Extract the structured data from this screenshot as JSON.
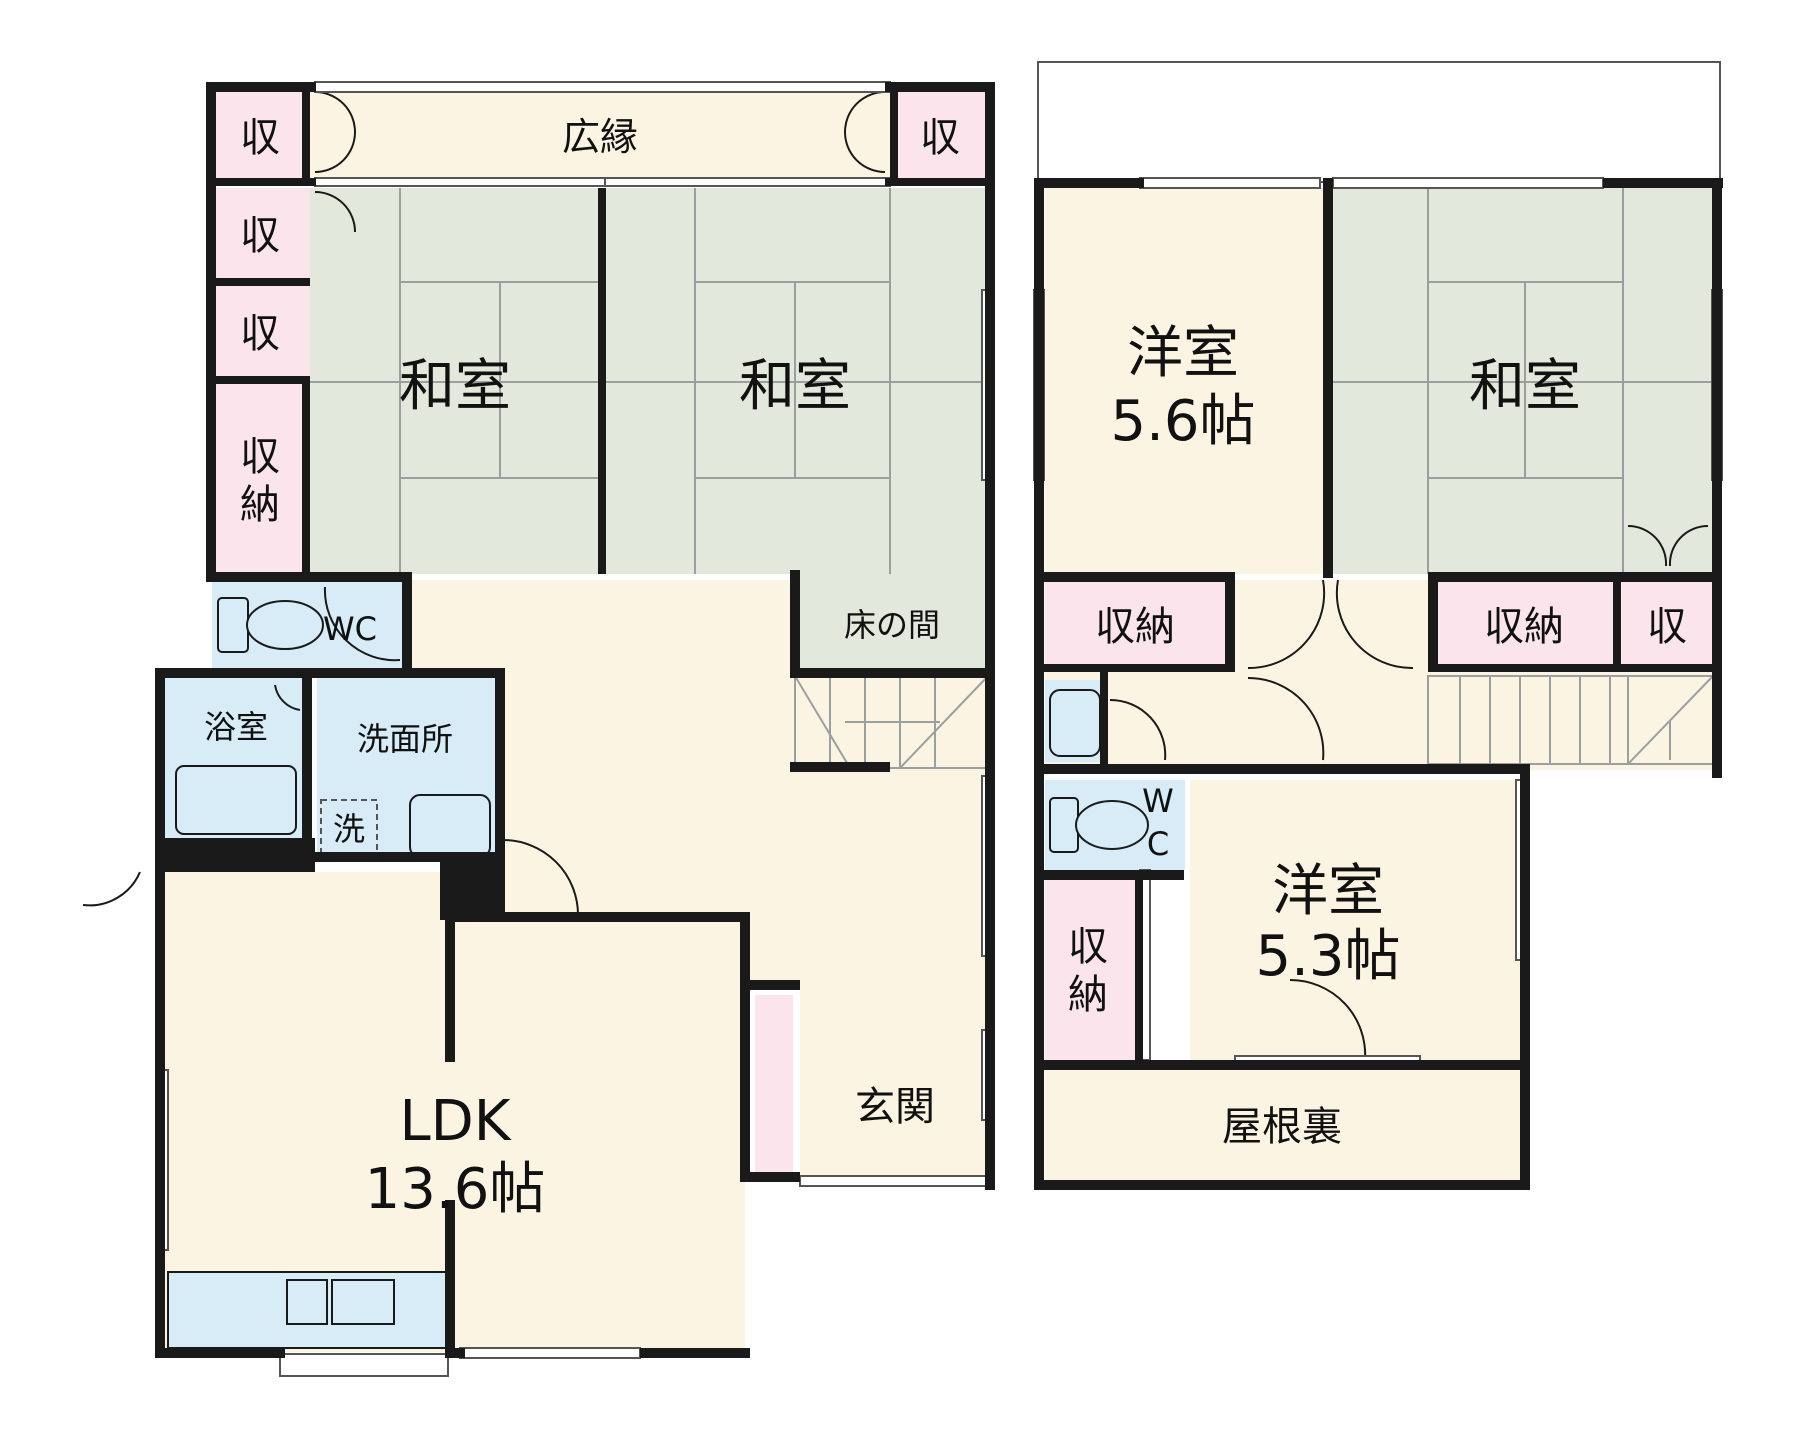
{
  "colors": {
    "wall": "#1a1a1a",
    "tatami": "#e3e8dc",
    "wood": "#fcf4e3",
    "storage": "#fbe4ec",
    "water": "#d7ecf6",
    "line": "#9aa0a0"
  },
  "floor1": {
    "hiroen": "広縁",
    "shu": "収",
    "shuno_top": "収",
    "shuno_bottom": "納",
    "washitsu": "和室",
    "wc": "WC",
    "yokushitsu": "浴室",
    "senmenjo": "洗面所",
    "sen": "洗",
    "tokonoma": "床の間",
    "genkan": "玄関",
    "ldk_name": "LDK",
    "ldk_size": "13.6帖"
  },
  "floor2": {
    "yoshitsu_a_name": "洋室",
    "yoshitsu_a_size": "5.6帖",
    "washitsu": "和室",
    "shuno": "収納",
    "shu": "収",
    "wc_w": "W",
    "wc_c": "C",
    "yoshitsu_b_name": "洋室",
    "yoshitsu_b_size": "5.3帖",
    "shuno_top": "収",
    "shuno_bottom": "納",
    "yaneura": "屋根裏"
  }
}
